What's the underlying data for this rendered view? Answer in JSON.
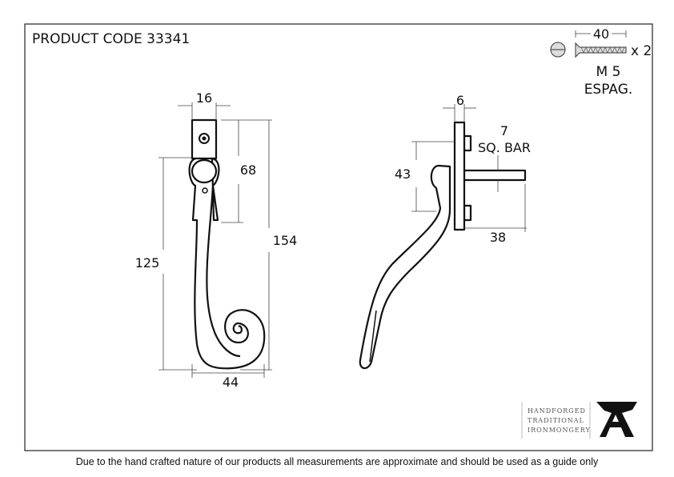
{
  "title": "PRODUCT CODE  33341",
  "screw": {
    "length": "40",
    "qty": "x 2",
    "size": "M 5",
    "type": "ESPAG."
  },
  "front_view": {
    "width_top": "16",
    "height_upper": "68",
    "height_total": "154",
    "height_body": "125",
    "width_bottom": "44"
  },
  "side_view": {
    "plate_thickness": "6",
    "bar_size": "7",
    "bar_label": "SQ. BAR",
    "height": "43",
    "bar_length": "38"
  },
  "logo": {
    "lines": [
      "HANDFORGED",
      "TRADITIONAL",
      "IRONMONGERY"
    ],
    "mark": "A"
  },
  "footer": "Due to the hand crafted nature of our products all measurements are approximate and should be used as a guide only"
}
